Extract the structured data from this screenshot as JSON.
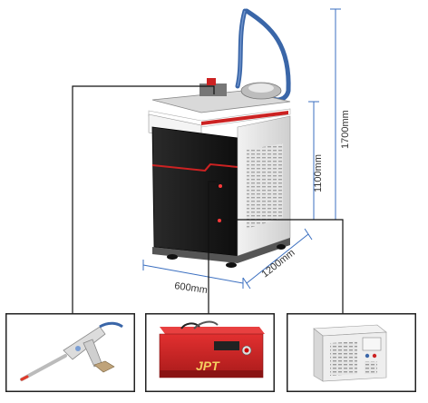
{
  "dimensions": {
    "depth": "600mm",
    "width": "1200mm",
    "height_body": "1100mm",
    "height_total": "1700mm"
  },
  "components": {
    "main_machine": "handheld fiber laser welding machine",
    "welding_gun": "handheld welding gun",
    "laser_source": {
      "brand_text": "JPT"
    },
    "chiller": "water chiller"
  },
  "colors": {
    "accent": "#cc2222",
    "dimension_line": "#3b6fc0",
    "cabinet": "#1b1b1b",
    "hose": "#3a66a8"
  }
}
